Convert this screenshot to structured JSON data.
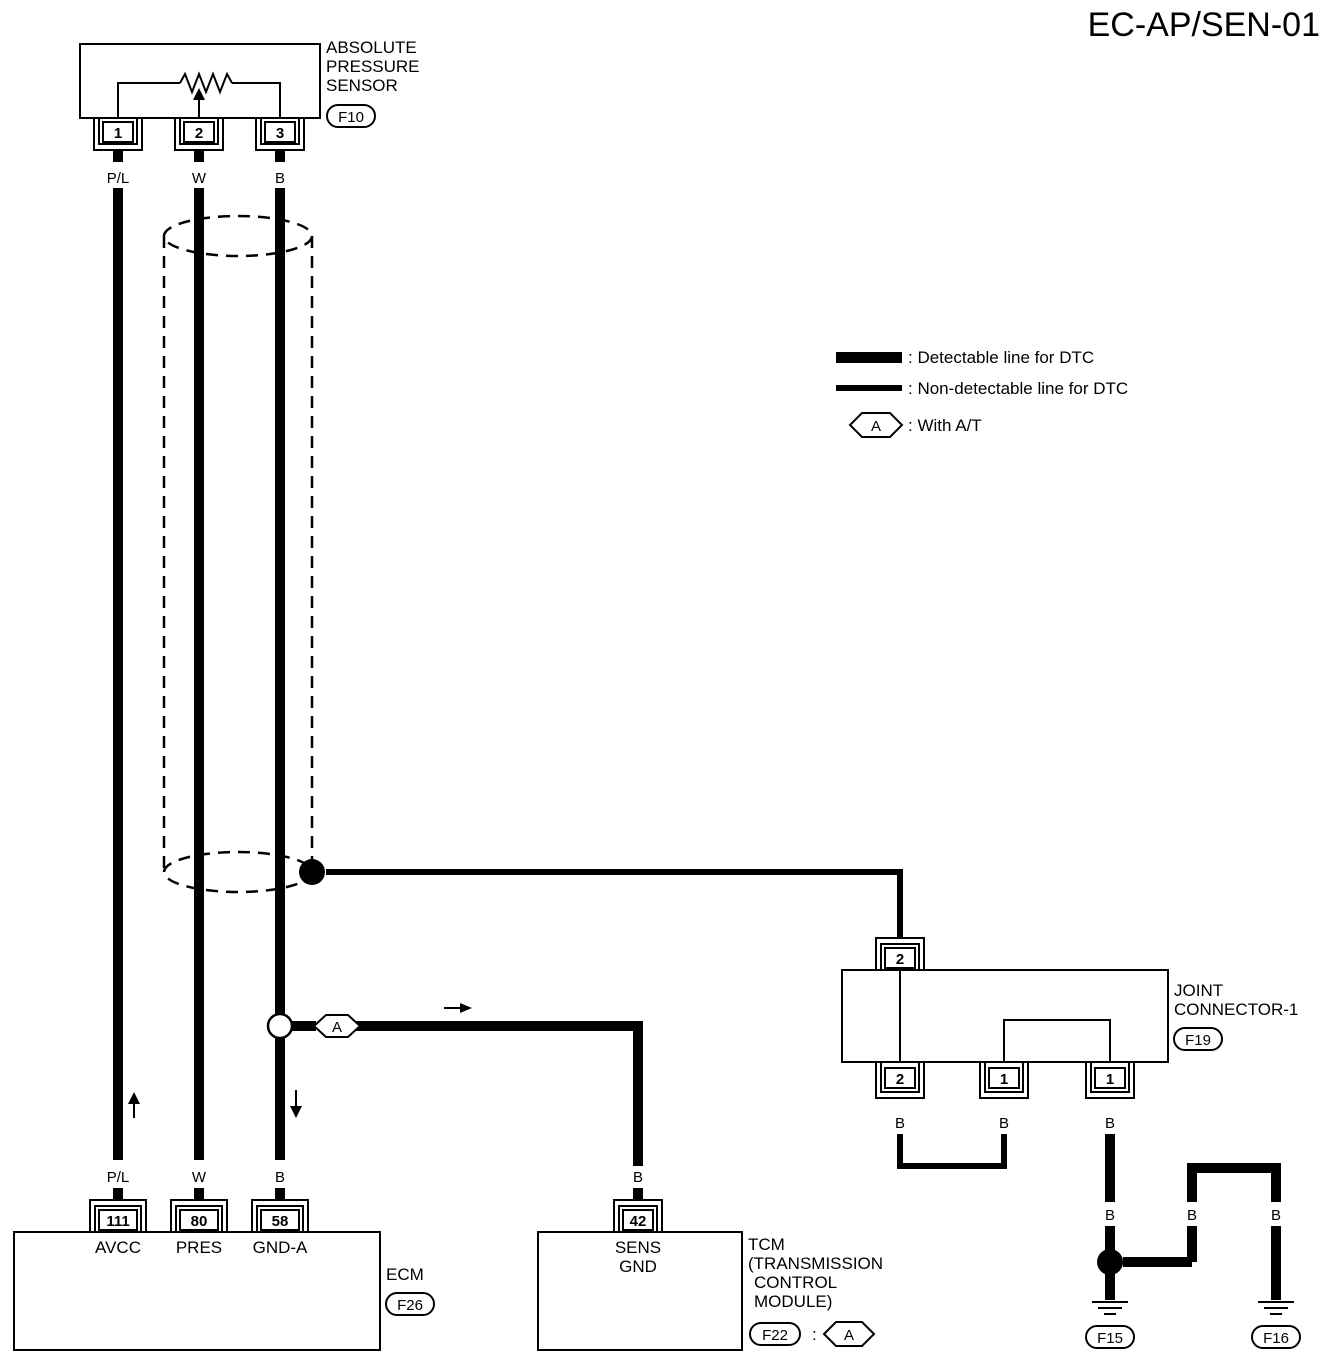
{
  "diagram_id": "EC-AP/SEN-01",
  "sensor": {
    "name_lines": [
      "ABSOLUTE",
      "PRESSURE",
      "SENSOR"
    ],
    "connector": "F10",
    "pins": [
      "1",
      "2",
      "3"
    ]
  },
  "sensor_wire_colors": [
    "P/L",
    "W",
    "B"
  ],
  "legend": {
    "detectable": ": Detectable line for DTC",
    "non_detectable": ": Non-detectable line for DTC",
    "option_symbol": "A",
    "option_text": ": With A/T"
  },
  "splice_option_label": "A",
  "joint_connector": {
    "name_lines": [
      "JOINT",
      "CONNECTOR-1"
    ],
    "connector": "F19",
    "top_pin": "2",
    "bottom_pins": [
      "2",
      "1",
      "1"
    ],
    "bottom_wire_colors": [
      "B",
      "B",
      "B"
    ]
  },
  "ecm": {
    "name": "ECM",
    "connector": "F26",
    "pins": [
      "111",
      "80",
      "58"
    ],
    "terminals": [
      "AVCC",
      "PRES",
      "GND-A"
    ],
    "wire_colors": [
      "P/L",
      "W",
      "B"
    ]
  },
  "tcm": {
    "name_lines": [
      "TCM",
      "(TRANSMISSION",
      "CONTROL",
      "MODULE)"
    ],
    "connector": "F22",
    "option_symbol": "A",
    "connector_separator": ":",
    "pin": "42",
    "terminal_lines": [
      "SENS",
      "GND"
    ],
    "wire_color": "B"
  },
  "ground": {
    "wire_colors": [
      "B",
      "B",
      "B"
    ],
    "connectors": [
      "F15",
      "F16"
    ]
  }
}
